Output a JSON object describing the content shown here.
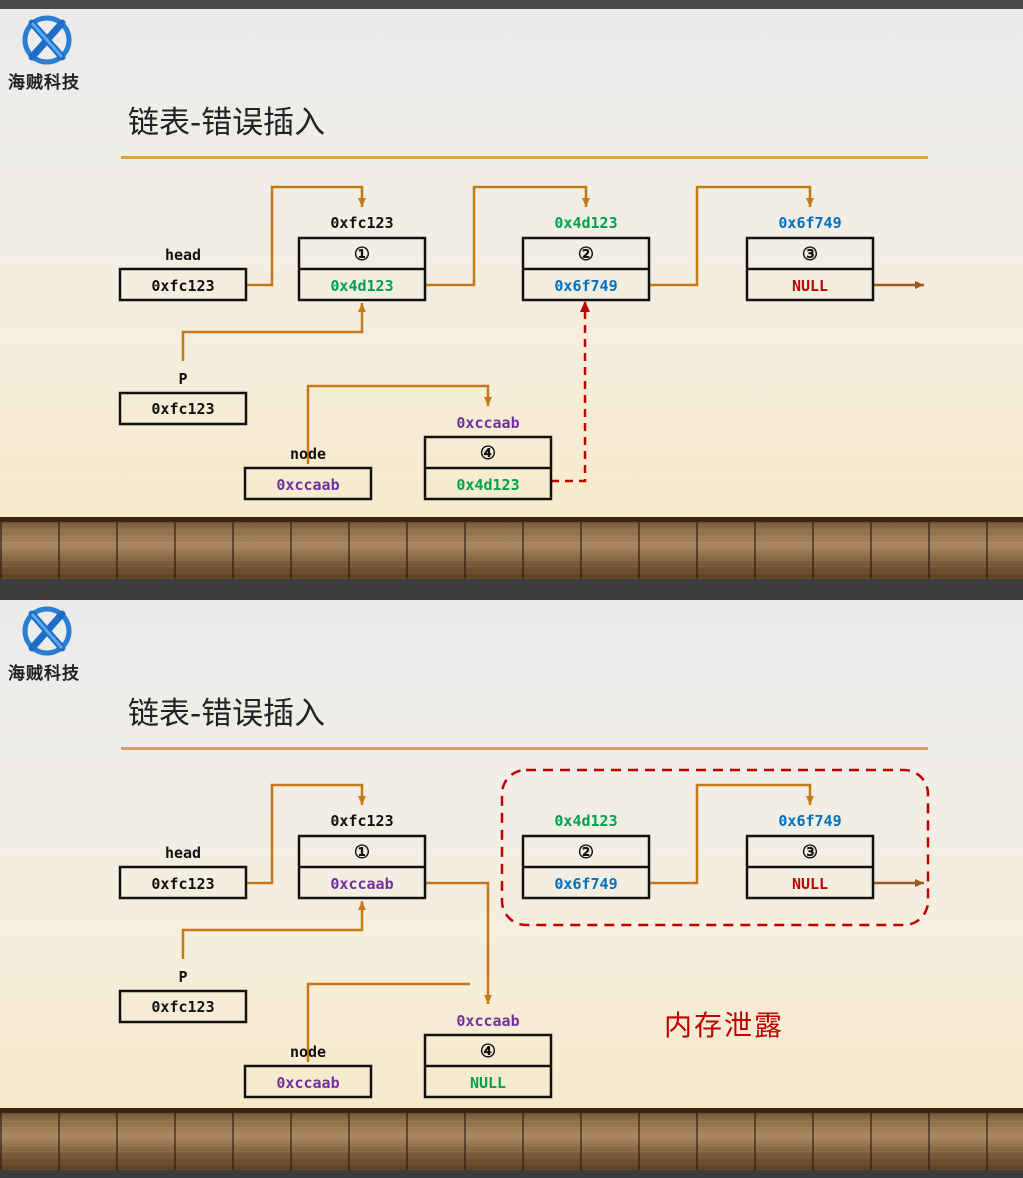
{
  "brand": {
    "logo_text": "海贼科技",
    "logo_icon": "x-logo-icon"
  },
  "colors": {
    "arrow": "#c57a15",
    "dashed": "#c00000",
    "green": "#00a050",
    "blue": "#0070c0",
    "purple": "#7030a0",
    "red": "#c00000"
  },
  "slides": [
    {
      "title": "链表-错误插入",
      "pointers": [
        {
          "label": "head",
          "value": "0xfc123"
        },
        {
          "label": "P",
          "value": "0xfc123"
        },
        {
          "label": "node",
          "value": "0xccaab"
        }
      ],
      "nodes": [
        {
          "address": "0xfc123",
          "index": "①",
          "next": "0x4d123"
        },
        {
          "address": "0x4d123",
          "index": "②",
          "next": "0x6f749"
        },
        {
          "address": "0x6f749",
          "index": "③",
          "next": "NULL"
        },
        {
          "address": "0xccaab",
          "index": "④",
          "next": "0x4d123"
        }
      ]
    },
    {
      "title": "链表-错误插入",
      "pointers": [
        {
          "label": "head",
          "value": "0xfc123"
        },
        {
          "label": "P",
          "value": "0xfc123"
        },
        {
          "label": "node",
          "value": "0xccaab"
        }
      ],
      "nodes": [
        {
          "address": "0xfc123",
          "index": "①",
          "next": "0xccaab"
        },
        {
          "address": "0x4d123",
          "index": "②",
          "next": "0x6f749"
        },
        {
          "address": "0x6f749",
          "index": "③",
          "next": "NULL"
        },
        {
          "address": "0xccaab",
          "index": "④",
          "next": "NULL"
        }
      ],
      "note": "内存泄露"
    }
  ]
}
